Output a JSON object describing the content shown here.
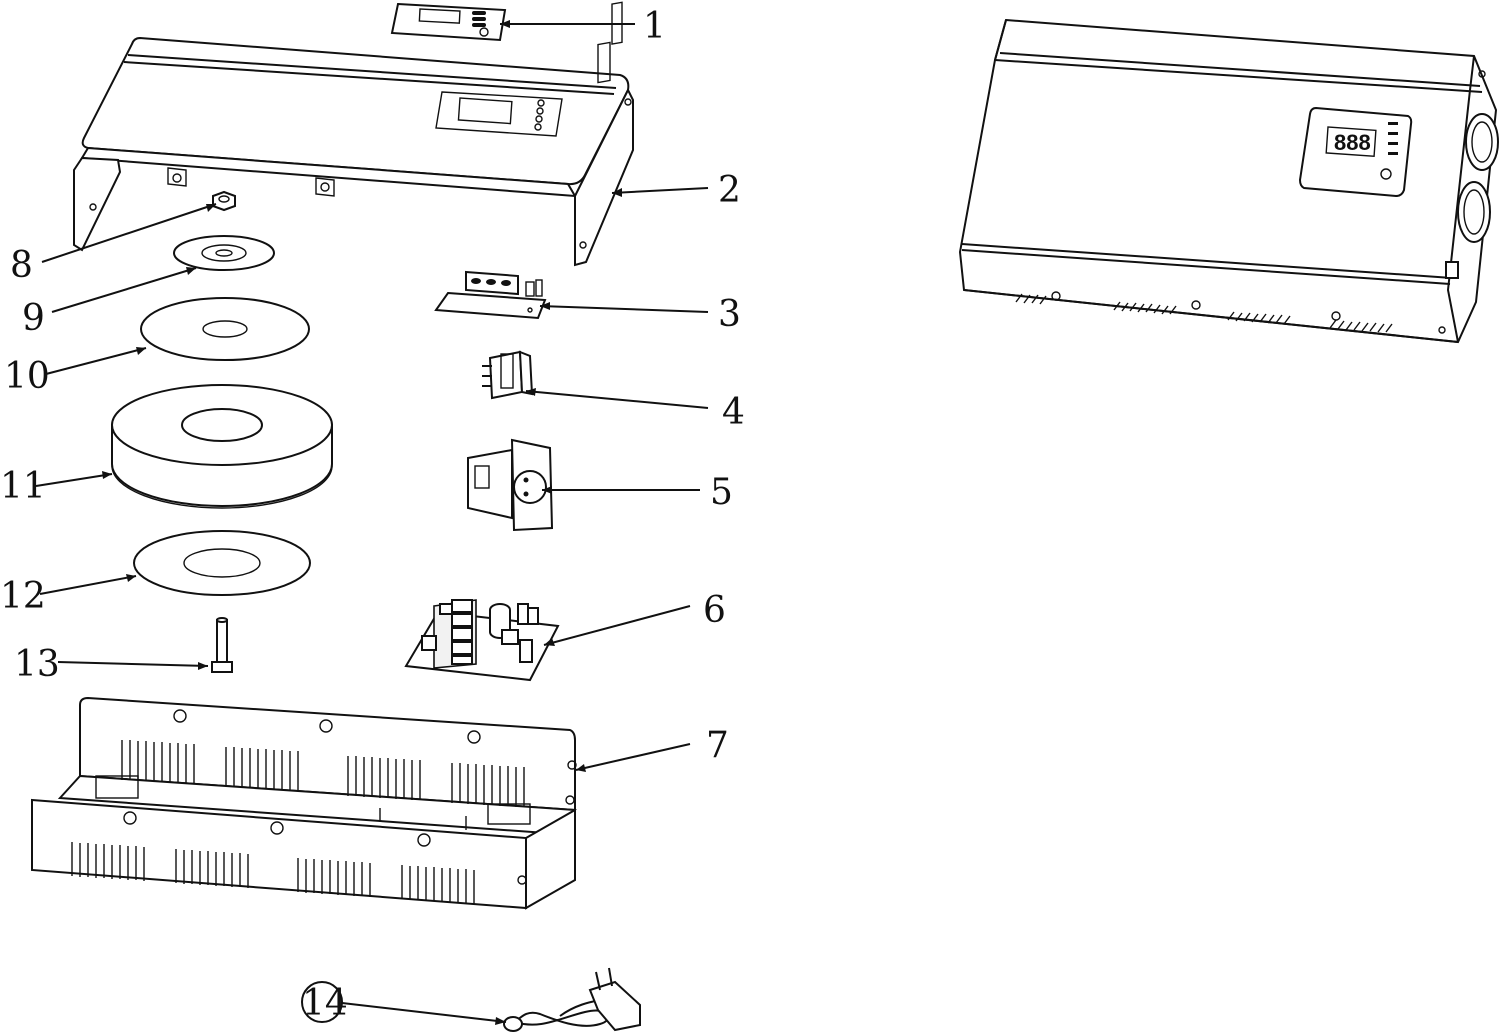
{
  "callouts": [
    {
      "id": "1",
      "label": "1",
      "part": "display-panel"
    },
    {
      "id": "2",
      "label": "2",
      "part": "top-cover"
    },
    {
      "id": "3",
      "label": "3",
      "part": "display-pcb"
    },
    {
      "id": "4",
      "label": "4",
      "part": "rocker-switch"
    },
    {
      "id": "5",
      "label": "5",
      "part": "output-socket"
    },
    {
      "id": "6",
      "label": "6",
      "part": "main-pcb"
    },
    {
      "id": "7",
      "label": "7",
      "part": "bottom-chassis"
    },
    {
      "id": "8",
      "label": "8",
      "part": "hex-nut"
    },
    {
      "id": "9",
      "label": "9",
      "part": "clamp-washer"
    },
    {
      "id": "10",
      "label": "10",
      "part": "upper-insulation-pad"
    },
    {
      "id": "11",
      "label": "11",
      "part": "toroidal-transformer"
    },
    {
      "id": "12",
      "label": "12",
      "part": "lower-insulation-pad"
    },
    {
      "id": "13",
      "label": "13",
      "part": "mounting-bolt"
    },
    {
      "id": "14",
      "label": "14",
      "part": "power-cord-plug"
    }
  ],
  "display_readout": "888",
  "colors": {
    "line": "#111111",
    "background": "#ffffff"
  }
}
